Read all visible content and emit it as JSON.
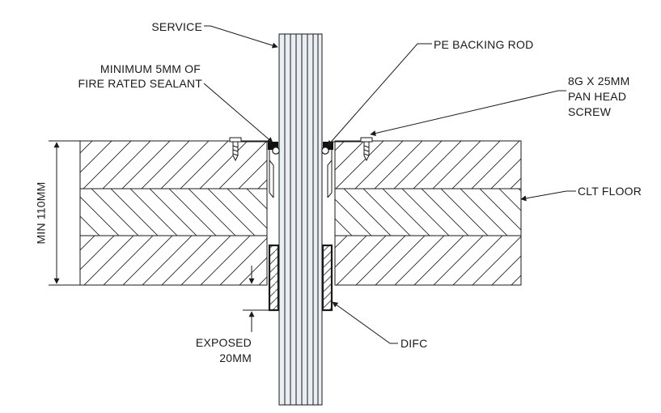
{
  "labels": {
    "service": "SERVICE",
    "pe_backing_rod": "PE BACKING ROD",
    "sealant_line1": "MINIMUM 5MM OF",
    "sealant_line2": "FIRE RATED SEALANT",
    "screw_line1": "8G X 25MM",
    "screw_line2": "PAN HEAD",
    "screw_line3": "SCREW",
    "clt_floor": "CLT FLOOR",
    "min_thickness": "MIN 110MM",
    "exposed_line1": "EXPOSED",
    "exposed_line2": "20MM",
    "difc": "DIFC"
  },
  "colors": {
    "line": "#1a1a1a",
    "service_fill": "#e8eef2",
    "sealant": "#111111",
    "difc": "#1a1a1a"
  }
}
